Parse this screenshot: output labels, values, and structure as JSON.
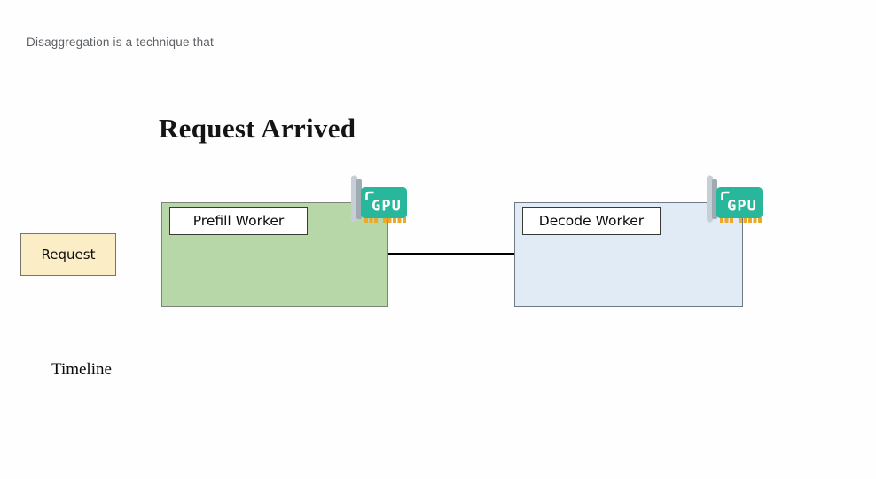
{
  "canvas": {
    "background": "#fefefe"
  },
  "note": {
    "text": "Disaggregation is a technique that",
    "color": "#5c6065"
  },
  "title": {
    "text": "Request Arrived",
    "color": "#141414"
  },
  "request_card": {
    "label": "Request",
    "fill": "#fbeec6",
    "border": "#75746e"
  },
  "prefill_worker": {
    "label": "Prefill Worker",
    "fill": "#b7d7a8",
    "border": "#7d857b"
  },
  "decode_worker": {
    "label": "Decode Worker",
    "fill": "#e0ebf6",
    "border": "#707a84"
  },
  "connector": {
    "color": "#000000"
  },
  "gpu_icon": {
    "label": "GPU",
    "card_color": "#28b79a",
    "bracket_light": "#c6cfd4",
    "bracket_dark": "#9fabb2",
    "pin_color": "#e9a92b",
    "text_color": "#ffffff"
  },
  "timeline": {
    "text": "Timeline",
    "color": "#0a0a0a"
  }
}
